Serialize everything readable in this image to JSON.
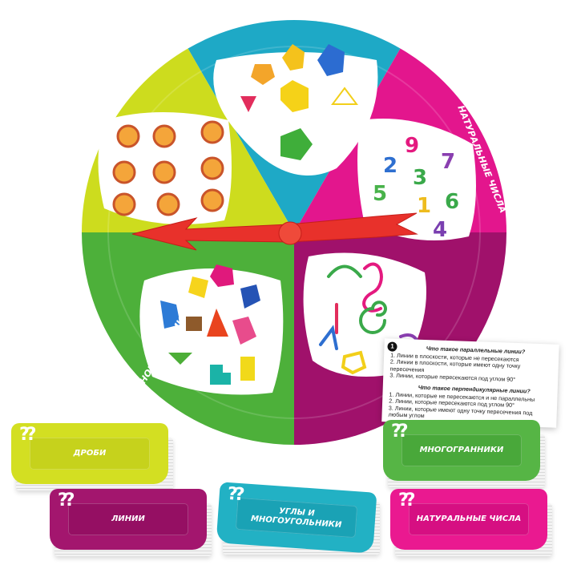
{
  "wheel": {
    "sectors": [
      {
        "label": "УГЛЫ И МНОГОУГОЛЬНИКИ",
        "color": "#1ea9c6"
      },
      {
        "label": "НАТУРАЛЬНЫЕ ЧИСЛА",
        "color": "#e3168d"
      },
      {
        "label": "",
        "color": "#a0116b"
      },
      {
        "label": "МНОГОГРАННИКИ",
        "color": "#4db03a"
      },
      {
        "label": "ДРОБИ",
        "color": "#cddc1e"
      }
    ],
    "arrow_color": "#e8312b"
  },
  "question_card": {
    "number": "1",
    "questions": [
      {
        "title": "Что такое параллельные линии?",
        "answers": [
          "1. Линии в плоскости, которые не пересекаются",
          "2. Линии в плоскости, которые имеют одну точку пересечения",
          "3. Линии, которые пересекаются под углом 90°"
        ]
      },
      {
        "title": "Что такое перпендикулярные линии?",
        "answers": [
          "1. Линии, которые не пересекаются и не параллельны",
          "2. Линии, которые пересекаются под углом 90°",
          "3. Линии, которые имеют одну точку пересечения под любым углом"
        ]
      }
    ]
  },
  "decks": [
    {
      "label": "ДРОБИ",
      "color": "#d3df22",
      "inner": "#c6d21c"
    },
    {
      "label": "МНОГОГРАННИКИ",
      "color": "#56b545",
      "inner": "#49a83a"
    },
    {
      "label": "ЛИНИИ",
      "color": "#a3166e",
      "inner": "#950f63"
    },
    {
      "label": "УГЛЫ И МНОГОУГОЛЬНИКИ",
      "color": "#22b1c4",
      "inner": "#1aa2b5"
    },
    {
      "label": "НАТУРАЛЬНЫЕ ЧИСЛА",
      "color": "#ea1990",
      "inner": "#d60f82"
    }
  ],
  "card_symbol": "??"
}
